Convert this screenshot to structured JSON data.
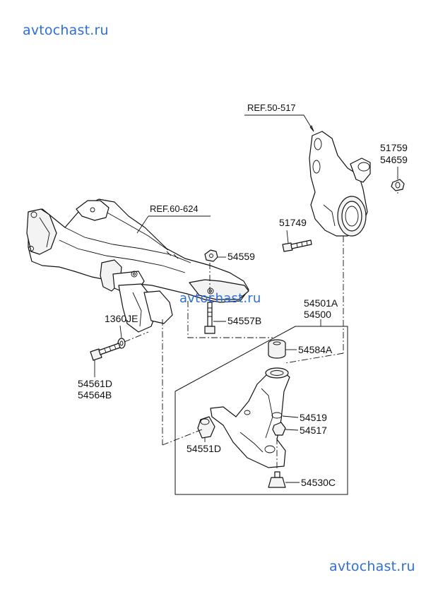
{
  "watermarks": {
    "top_left": "avtochast.ru",
    "center": "avtochast.ru",
    "bottom_right": "avtochast.ru"
  },
  "references": {
    "knuckle": "REF.50-517",
    "crossmember": "REF.60-624"
  },
  "parts": {
    "p51759": "51759",
    "p54659": "54659",
    "p51749": "51749",
    "p54559": "54559",
    "p54557B": "54557B",
    "p1360JE": "1360JE",
    "p54561D": "54561D",
    "p54564B": "54564B",
    "p54501A": "54501A",
    "p54500": "54500",
    "p54584A": "54584A",
    "p54519": "54519",
    "p54517": "54517",
    "p54551D": "54551D",
    "p54530C": "54530C"
  }
}
